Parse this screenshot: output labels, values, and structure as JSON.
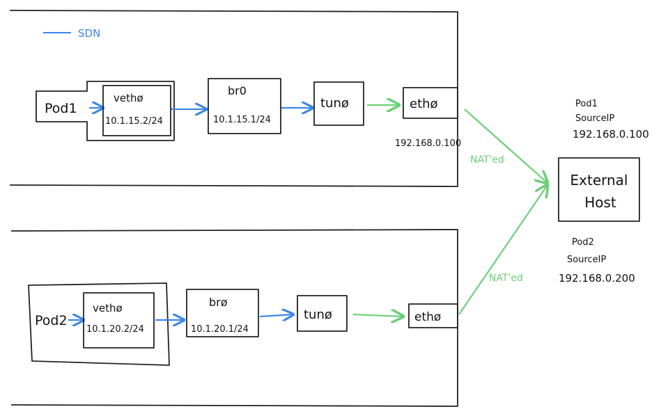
{
  "legend": {
    "label": "SDN",
    "color": "#3b86e6"
  },
  "top_network": {
    "pod_label": "Pod1",
    "veth": {
      "name": "vethø",
      "ip": "10.1.15.2/24"
    },
    "bridge": {
      "name": "br0",
      "ip": "10.1.15.1/24"
    },
    "tun": {
      "name": "tunø"
    },
    "eth": {
      "name": "ethø",
      "ip": "192.168.0.100"
    },
    "nat_label": "NAT'ed"
  },
  "bottom_network": {
    "pod_label": "Pod2",
    "veth": {
      "name": "vethø",
      "ip": "10.1.20.2/24"
    },
    "bridge": {
      "name": "brø",
      "ip": "10.1.20.1/24"
    },
    "tun": {
      "name": "tunø"
    },
    "eth": {
      "name": "ethø"
    },
    "nat_label": "NAT'ed"
  },
  "external_host": {
    "line1": "External",
    "line2": "Host"
  },
  "notes": {
    "pod1": {
      "title": "Pod1",
      "line2": "SourceIP",
      "ip": "192.168.0.100"
    },
    "pod2": {
      "title": "Pod2",
      "line2": "SourceIP",
      "ip": "192.168.0.200"
    }
  },
  "colors": {
    "sdn": "#3b86e6",
    "nat": "#6ccf77",
    "ink": "#222222"
  }
}
